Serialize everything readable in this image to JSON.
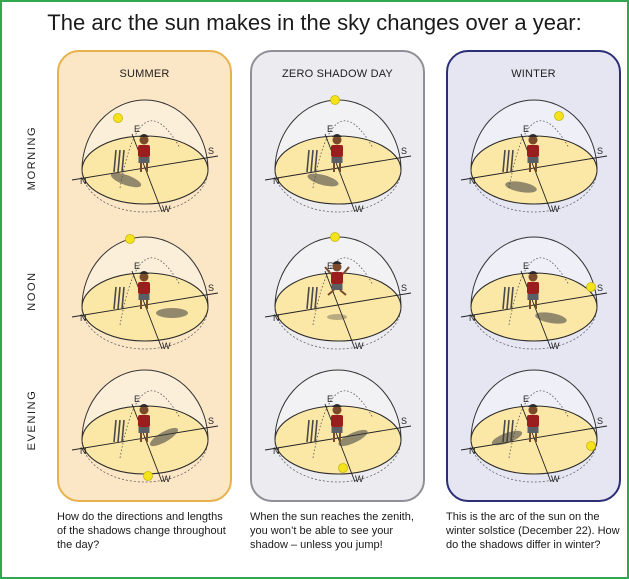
{
  "title": "The arc the sun makes in the sky changes over a year:",
  "columns": [
    {
      "title": "SUMMER",
      "caption": "How do the directions and lengths of the shadows change throughout the day?"
    },
    {
      "title": "ZERO SHADOW DAY",
      "caption": "When the sun reaches the zenith, you won’t be able to see your shadow – unless you jump!"
    },
    {
      "title": "WINTER",
      "caption": "This is the arc of the sun on the winter solstice (December 22). How do the shadows differ in winter?"
    }
  ],
  "rows": [
    "MORNING",
    "NOON",
    "EVENING"
  ],
  "compass": {
    "n": "N",
    "s": "S",
    "e": "E",
    "w": "W"
  },
  "colors": {
    "frame": "#2fa84f",
    "summer_bg": "#fbe6c6",
    "summer_border": "#e7b24b",
    "zero_bg": "#ececf0",
    "zero_border": "#8f8f97",
    "winter_bg": "#e6e6f3",
    "winter_border": "#2c2f76",
    "ground": "#fbe7a6",
    "sun": "#f4e31a"
  }
}
